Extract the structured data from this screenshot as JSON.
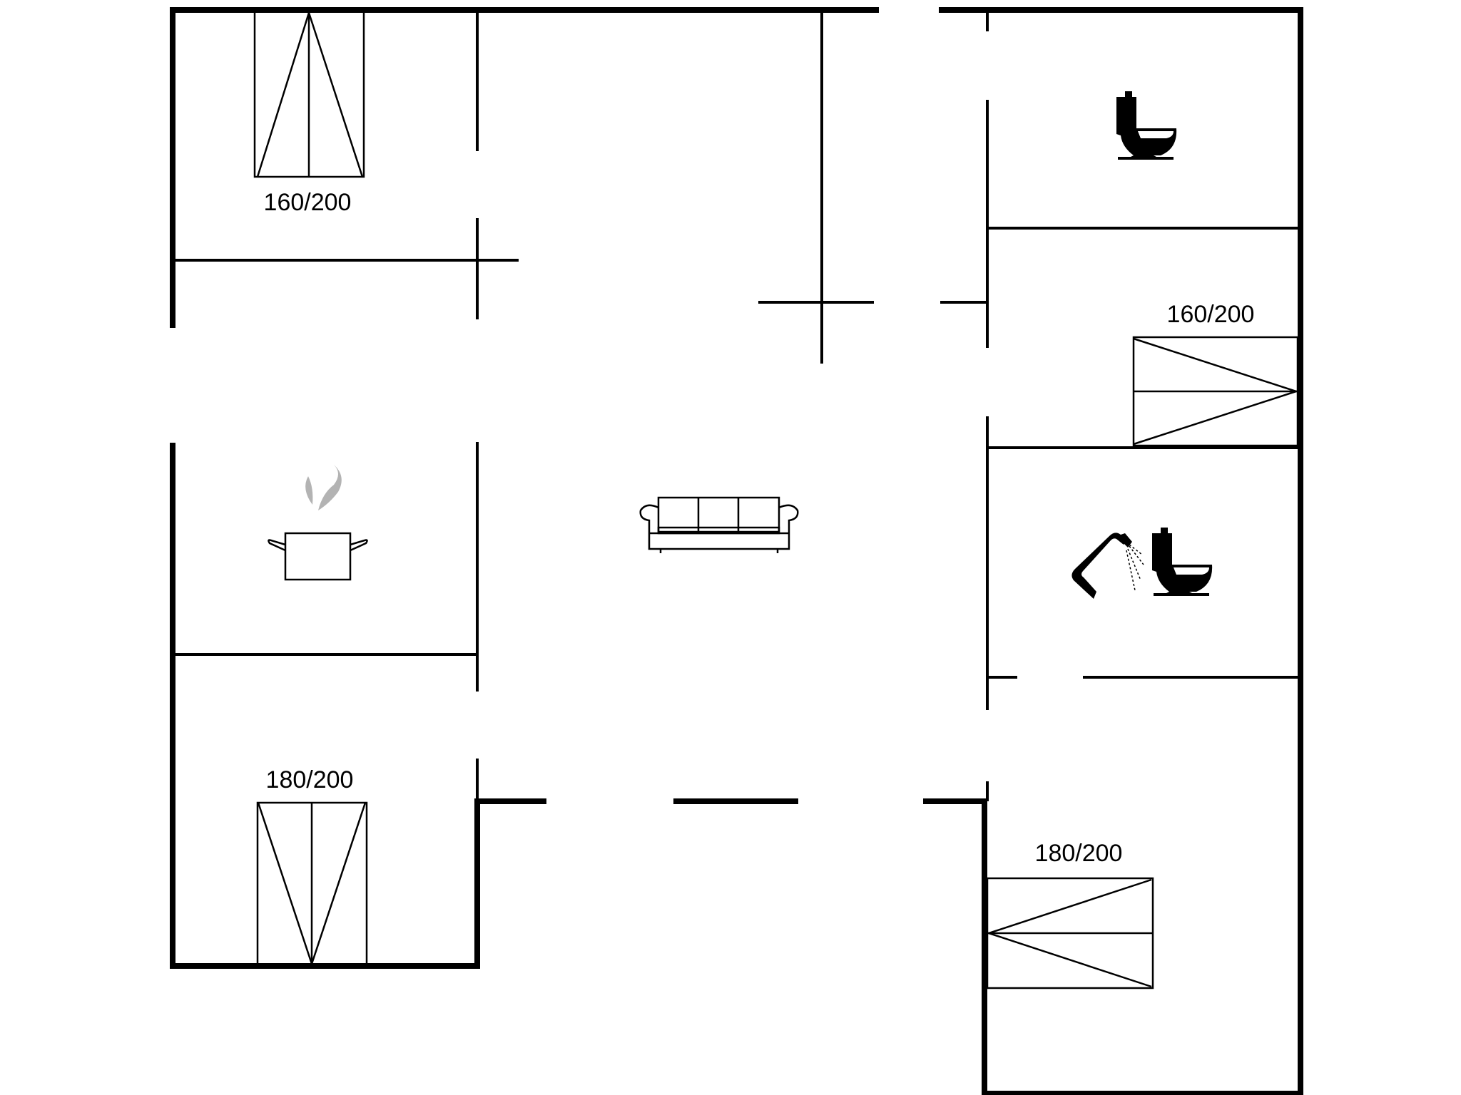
{
  "floorplan": {
    "bed_labels": {
      "bedroom_top_left": "160/200",
      "bedroom_right_middle": "160/200",
      "bedroom_bottom_left": "180/200",
      "bedroom_bottom_right": "180/200"
    },
    "icons": {
      "kitchen": "cooking-pot-icon",
      "living_room": "sofa-icon",
      "toilet": "toilet-icon",
      "bathroom": [
        "shower-icon",
        "toilet-icon"
      ]
    },
    "colors": {
      "lines": "#000000",
      "steam": "#b3b3b3",
      "background": "#ffffff"
    }
  }
}
